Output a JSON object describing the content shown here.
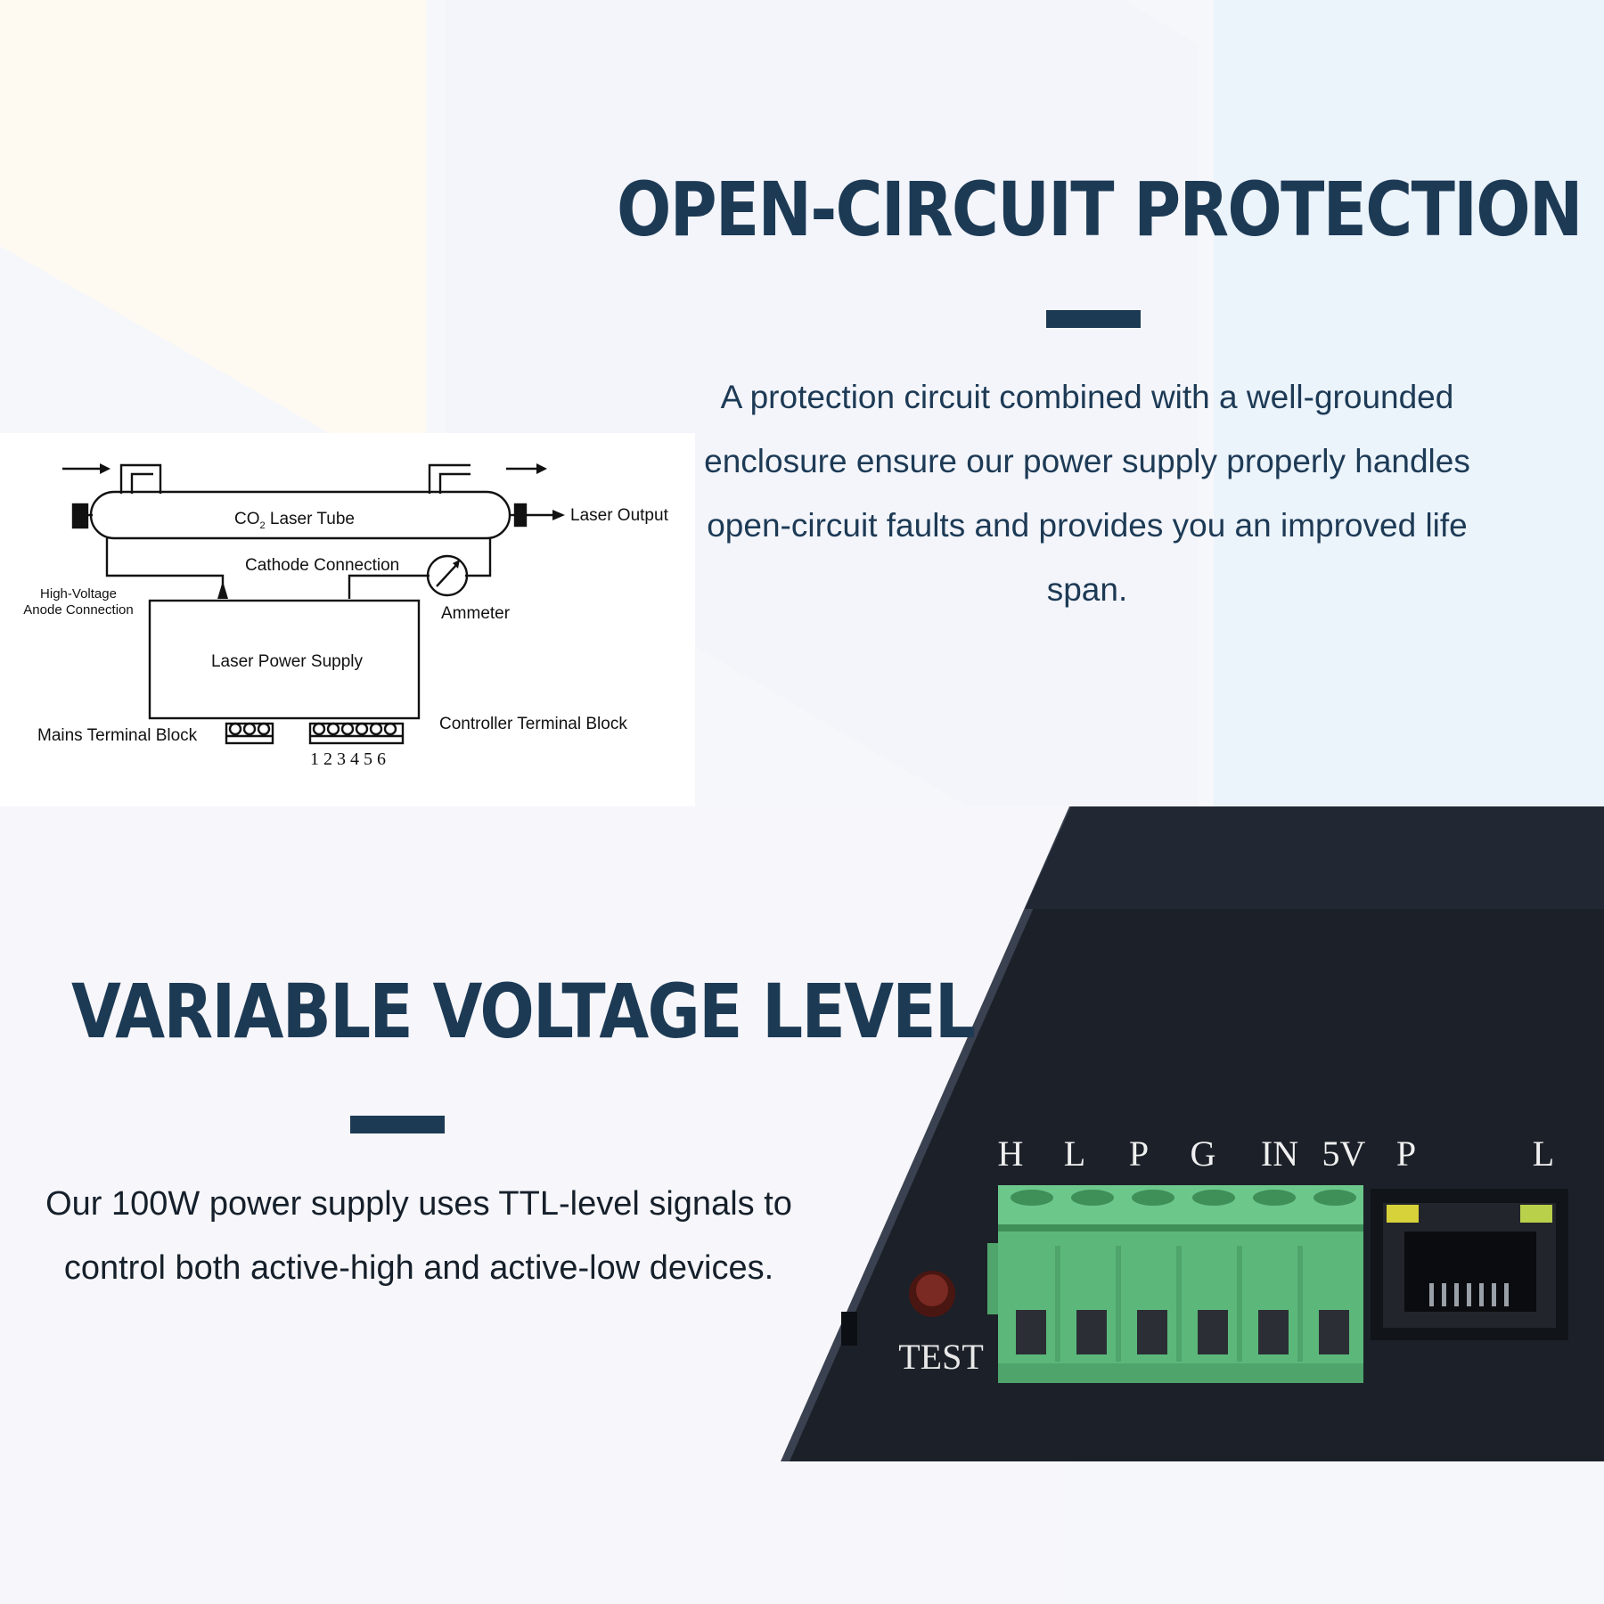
{
  "section_open_circuit": {
    "title": "OPEN-CIRCUIT PROTECTION",
    "paragraph": "A protection circuit combined with a well-grounded enclosure ensure our power supply properly handles open-circuit faults and provides you an improved life span."
  },
  "section_variable_voltage": {
    "title": "VARIABLE VOLTAGE LEVEL",
    "paragraph": "Our 100W power supply uses TTL-level signals to control both active-high and active-low devices."
  },
  "diagram": {
    "tube_label_pre": "CO",
    "tube_label_sub": "2",
    "tube_label_post": " Laser Tube",
    "laser_output": "Laser Output",
    "cathode_connection": "Cathode Connection",
    "anode_line1": "High-Voltage",
    "anode_line2": "Anode Connection",
    "ammeter": "Ammeter",
    "power_supply": "Laser Power Supply",
    "mains_terminal": "Mains Terminal Block",
    "controller_terminal": "Controller Terminal Block",
    "terminal_numbers": "1 2 3 4 5 6"
  },
  "device": {
    "pins": [
      "H",
      "L",
      "P",
      "G",
      "IN",
      "5V"
    ],
    "led_p": "P",
    "led_l": "L",
    "test_label": "TEST"
  },
  "colors": {
    "heading": "#1d3a55",
    "terminal_green": "#5cb87a",
    "device_body": "#1c2129",
    "led_yellow": "#d8d23a"
  }
}
